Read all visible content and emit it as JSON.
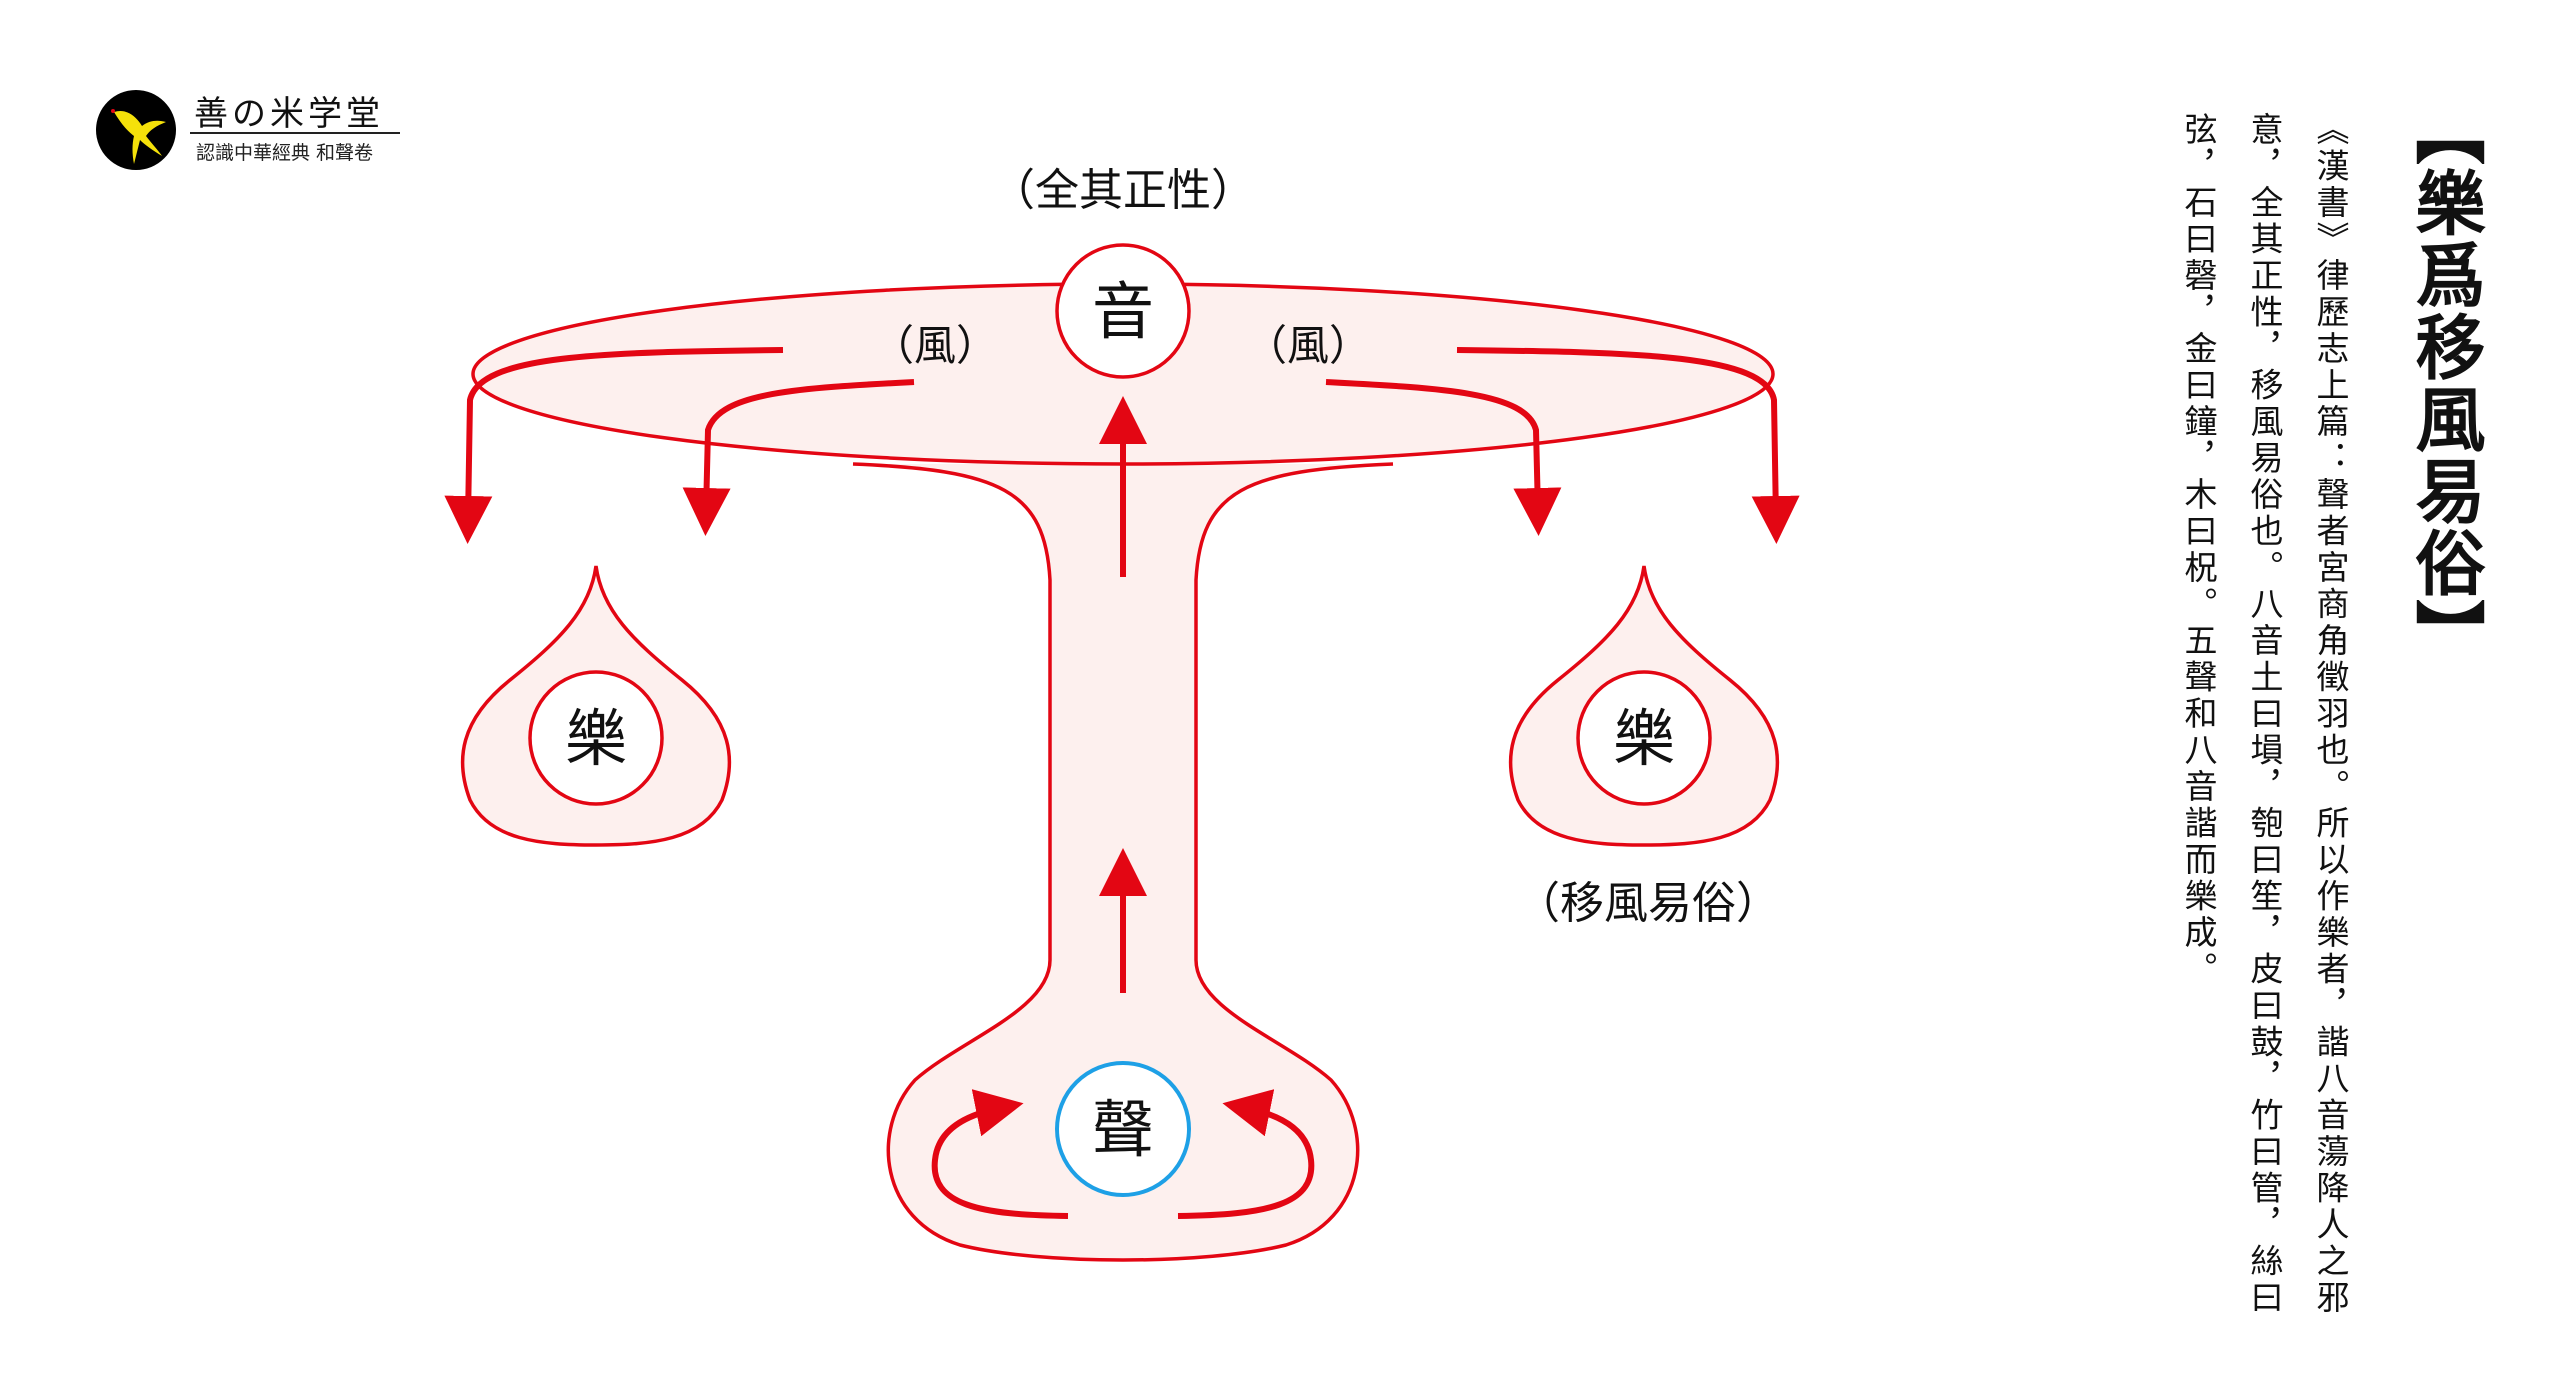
{
  "logo": {
    "title": "善の米学堂",
    "subtitle": "認識中華經典 和聲卷"
  },
  "diagram": {
    "top_label": "（全其正性）",
    "top_node": "音",
    "wind_left": "（風）",
    "wind_right": "（風）",
    "left_node": "樂",
    "right_node": "樂",
    "right_label": "（移風易俗）",
    "bottom_node": "聲"
  },
  "colors": {
    "accent": "#e30613",
    "fill": "#fdf0ee",
    "sheng": "#1ea0e6"
  },
  "text_panel": {
    "title": "【樂爲移風易俗】",
    "columns": [
      "《漢書》律歷志上篇：聲者宮商角徵羽也。所以作樂者，諧八音蕩降人之邪",
      "意，全其正性，移風易俗也。八音土曰塤，匏曰笙，皮曰鼓，竹曰管，絲曰",
      "弦，石曰磬，金曰鐘，木曰柷。五聲和八音諧而樂成。"
    ]
  }
}
